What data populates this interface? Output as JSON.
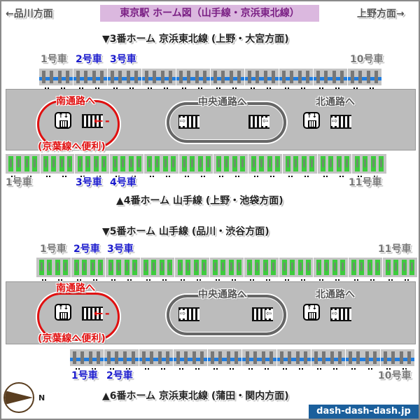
{
  "header": {
    "title": "東京駅 ホーム図（山手線・京浜東北線）",
    "left_direction": "←品川方面",
    "right_direction": "上野方面→"
  },
  "colors": {
    "title_bg": "#dbb8df",
    "title_text": "#7a1f84",
    "highlight_car_label": "#1a1acc",
    "keihin_tohoku_stripe": "#1f7de0",
    "yamanote_green": "#3dcc3d",
    "platform_gray": "#bcbcbc",
    "south_passage_red": "#e01010",
    "brand_bg": "#1a5f9c",
    "compass_brown": "#5a3e20"
  },
  "platforms": [
    {
      "name": "▼3番ホーム 京浜東北線 (上野・大宮方面)",
      "line": "京浜東北線",
      "car_count": 10,
      "car_labels": [
        {
          "label": "1号車",
          "highlight": false
        },
        {
          "label": "2号車",
          "highlight": true
        },
        {
          "label": "3号車",
          "highlight": true
        },
        {
          "label": "10号車",
          "highlight": false
        }
      ]
    },
    {
      "name": "▲4番ホーム 山手線 (上野・池袋方面)",
      "line": "山手線",
      "car_count": 11,
      "car_labels": [
        {
          "label": "1号車",
          "highlight": false
        },
        {
          "label": "3号車",
          "highlight": true
        },
        {
          "label": "4号車",
          "highlight": true
        },
        {
          "label": "11号車",
          "highlight": false
        }
      ]
    },
    {
      "name": "▼5番ホーム 山手線 (品川・渋谷方面)",
      "line": "山手線",
      "car_count": 11,
      "car_labels": [
        {
          "label": "1号車",
          "highlight": false
        },
        {
          "label": "2号車",
          "highlight": true
        },
        {
          "label": "3号車",
          "highlight": true
        },
        {
          "label": "11号車",
          "highlight": false
        }
      ]
    },
    {
      "name": "▲6番ホーム 京浜東北線 (蒲田・関内方面)",
      "line": "京浜東北線",
      "car_count": 10,
      "car_labels": [
        {
          "label": "1号車",
          "highlight": true
        },
        {
          "label": "2号車",
          "highlight": true
        },
        {
          "label": "10号車",
          "highlight": false
        }
      ]
    }
  ],
  "islands": [
    {
      "south_passage": "南通路へ",
      "south_note": "(京葉線へ便利)",
      "central_passage": "中央通路へ",
      "north_passage": "北通路へ"
    },
    {
      "south_passage": "南通路へ",
      "south_note": "(京葉線へ便利)",
      "central_passage": "中央通路へ",
      "north_passage": "北通路へ"
    }
  ],
  "icons": {
    "elevator": "elevator-icon",
    "stairs": "stairs-icon",
    "compass": "compass-icon"
  },
  "compass_label": "N",
  "footer": {
    "brand": "dash-dash-dash.jp"
  }
}
